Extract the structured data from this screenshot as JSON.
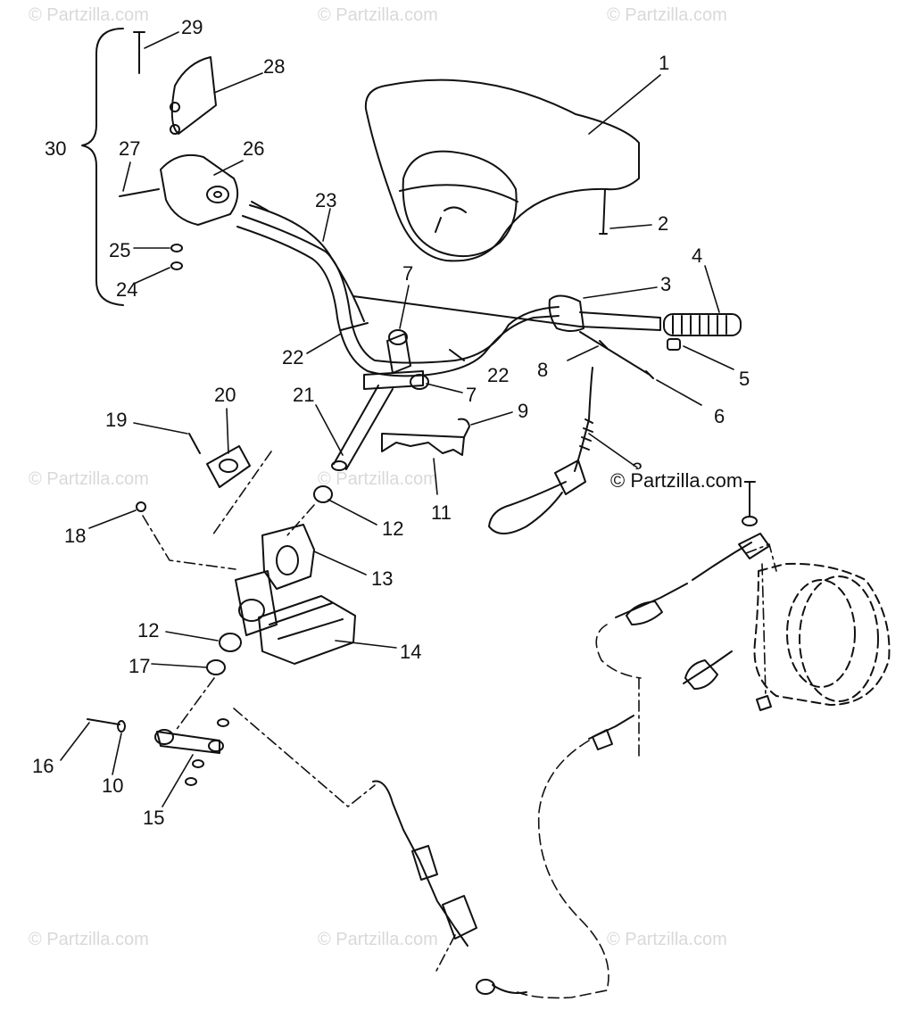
{
  "watermark": "© Partzilla.com",
  "credit": "© Partzilla.com",
  "callouts": [
    "1",
    "2",
    "3",
    "4",
    "5",
    "6",
    "7",
    "8",
    "9",
    "10",
    "11",
    "12",
    "13",
    "14",
    "15",
    "16",
    "17",
    "18",
    "19",
    "20",
    "21",
    "22",
    "23",
    "24",
    "25",
    "26",
    "27",
    "28",
    "29",
    "30"
  ],
  "extra_callouts": {
    "c3b": "3",
    "c7b": "7",
    "c12b": "12",
    "c22b": "22"
  }
}
